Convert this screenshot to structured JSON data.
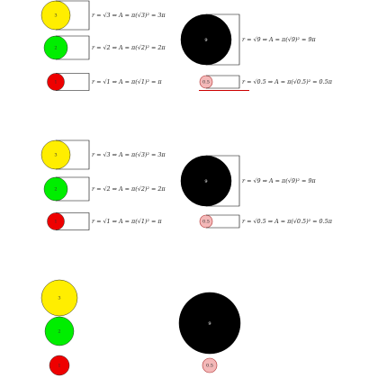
{
  "colors": {
    "c3": "#ffee00",
    "c2": "#00ee00",
    "c1": "#ee0000",
    "c9": "#000000",
    "c05": "#f4b8b8",
    "frame": "#000000",
    "underline": "#cc0000"
  },
  "circles": {
    "c3": "3",
    "c2": "2",
    "c1": "1",
    "c9": "9",
    "c05": "0.5"
  },
  "formulas": {
    "f3": "r = √3 ⇒ A = π(√3)² = 3π",
    "f2": "r = √2 ⇒ A = π(√2)² = 2π",
    "f1": "r = √1 ⇒ A = π(√1)² = π",
    "f9": "r = √9 ⇒ A = π(√9)² = 9π",
    "f05": "r = √0.5 ⇒ A = π(√0.5)² = 0.5π"
  }
}
